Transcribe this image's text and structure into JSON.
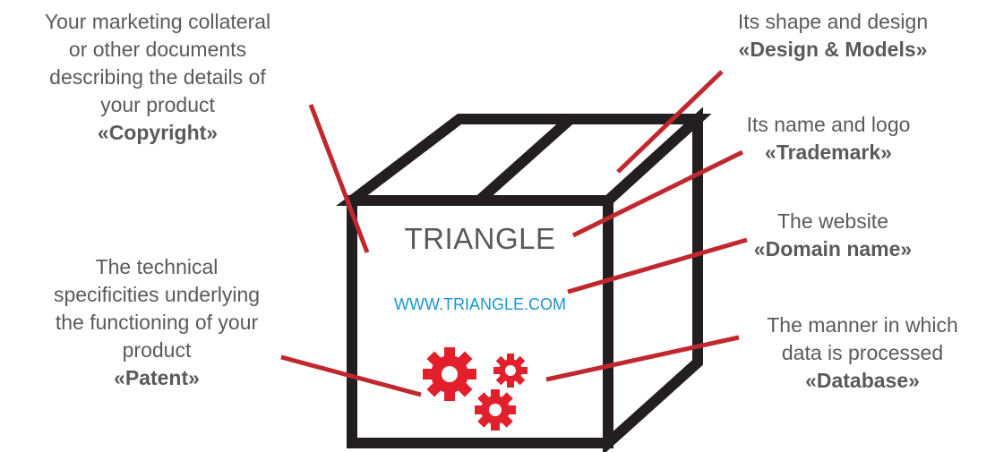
{
  "box": {
    "brand": "TRIANGLE",
    "website": "WWW.TRIANGLE.COM"
  },
  "callouts": {
    "copyright": {
      "description": "Your marketing collateral\nor other documents\ndescribing the details of\nyour product",
      "tag": "«Copyright»"
    },
    "design": {
      "description": "Its shape and design",
      "tag": "«Design & Models»"
    },
    "trademark": {
      "description": "Its name and logo",
      "tag": "«Trademark»"
    },
    "domain": {
      "description": "The website",
      "tag": "«Domain name»"
    },
    "patent": {
      "description": "The technical\nspecificities underlying\nthe functioning of your\nproduct",
      "tag": "«Patent»"
    },
    "database": {
      "description": "The manner in which\ndata is processed",
      "tag": "«Database»"
    }
  },
  "colors": {
    "box_outline": "#231f20",
    "leader_line": "#c0282d",
    "gears": "#e2202c",
    "website_text": "#1a95d2",
    "body_text": "#5a5a5a"
  },
  "icons": [
    "gears-icon"
  ]
}
